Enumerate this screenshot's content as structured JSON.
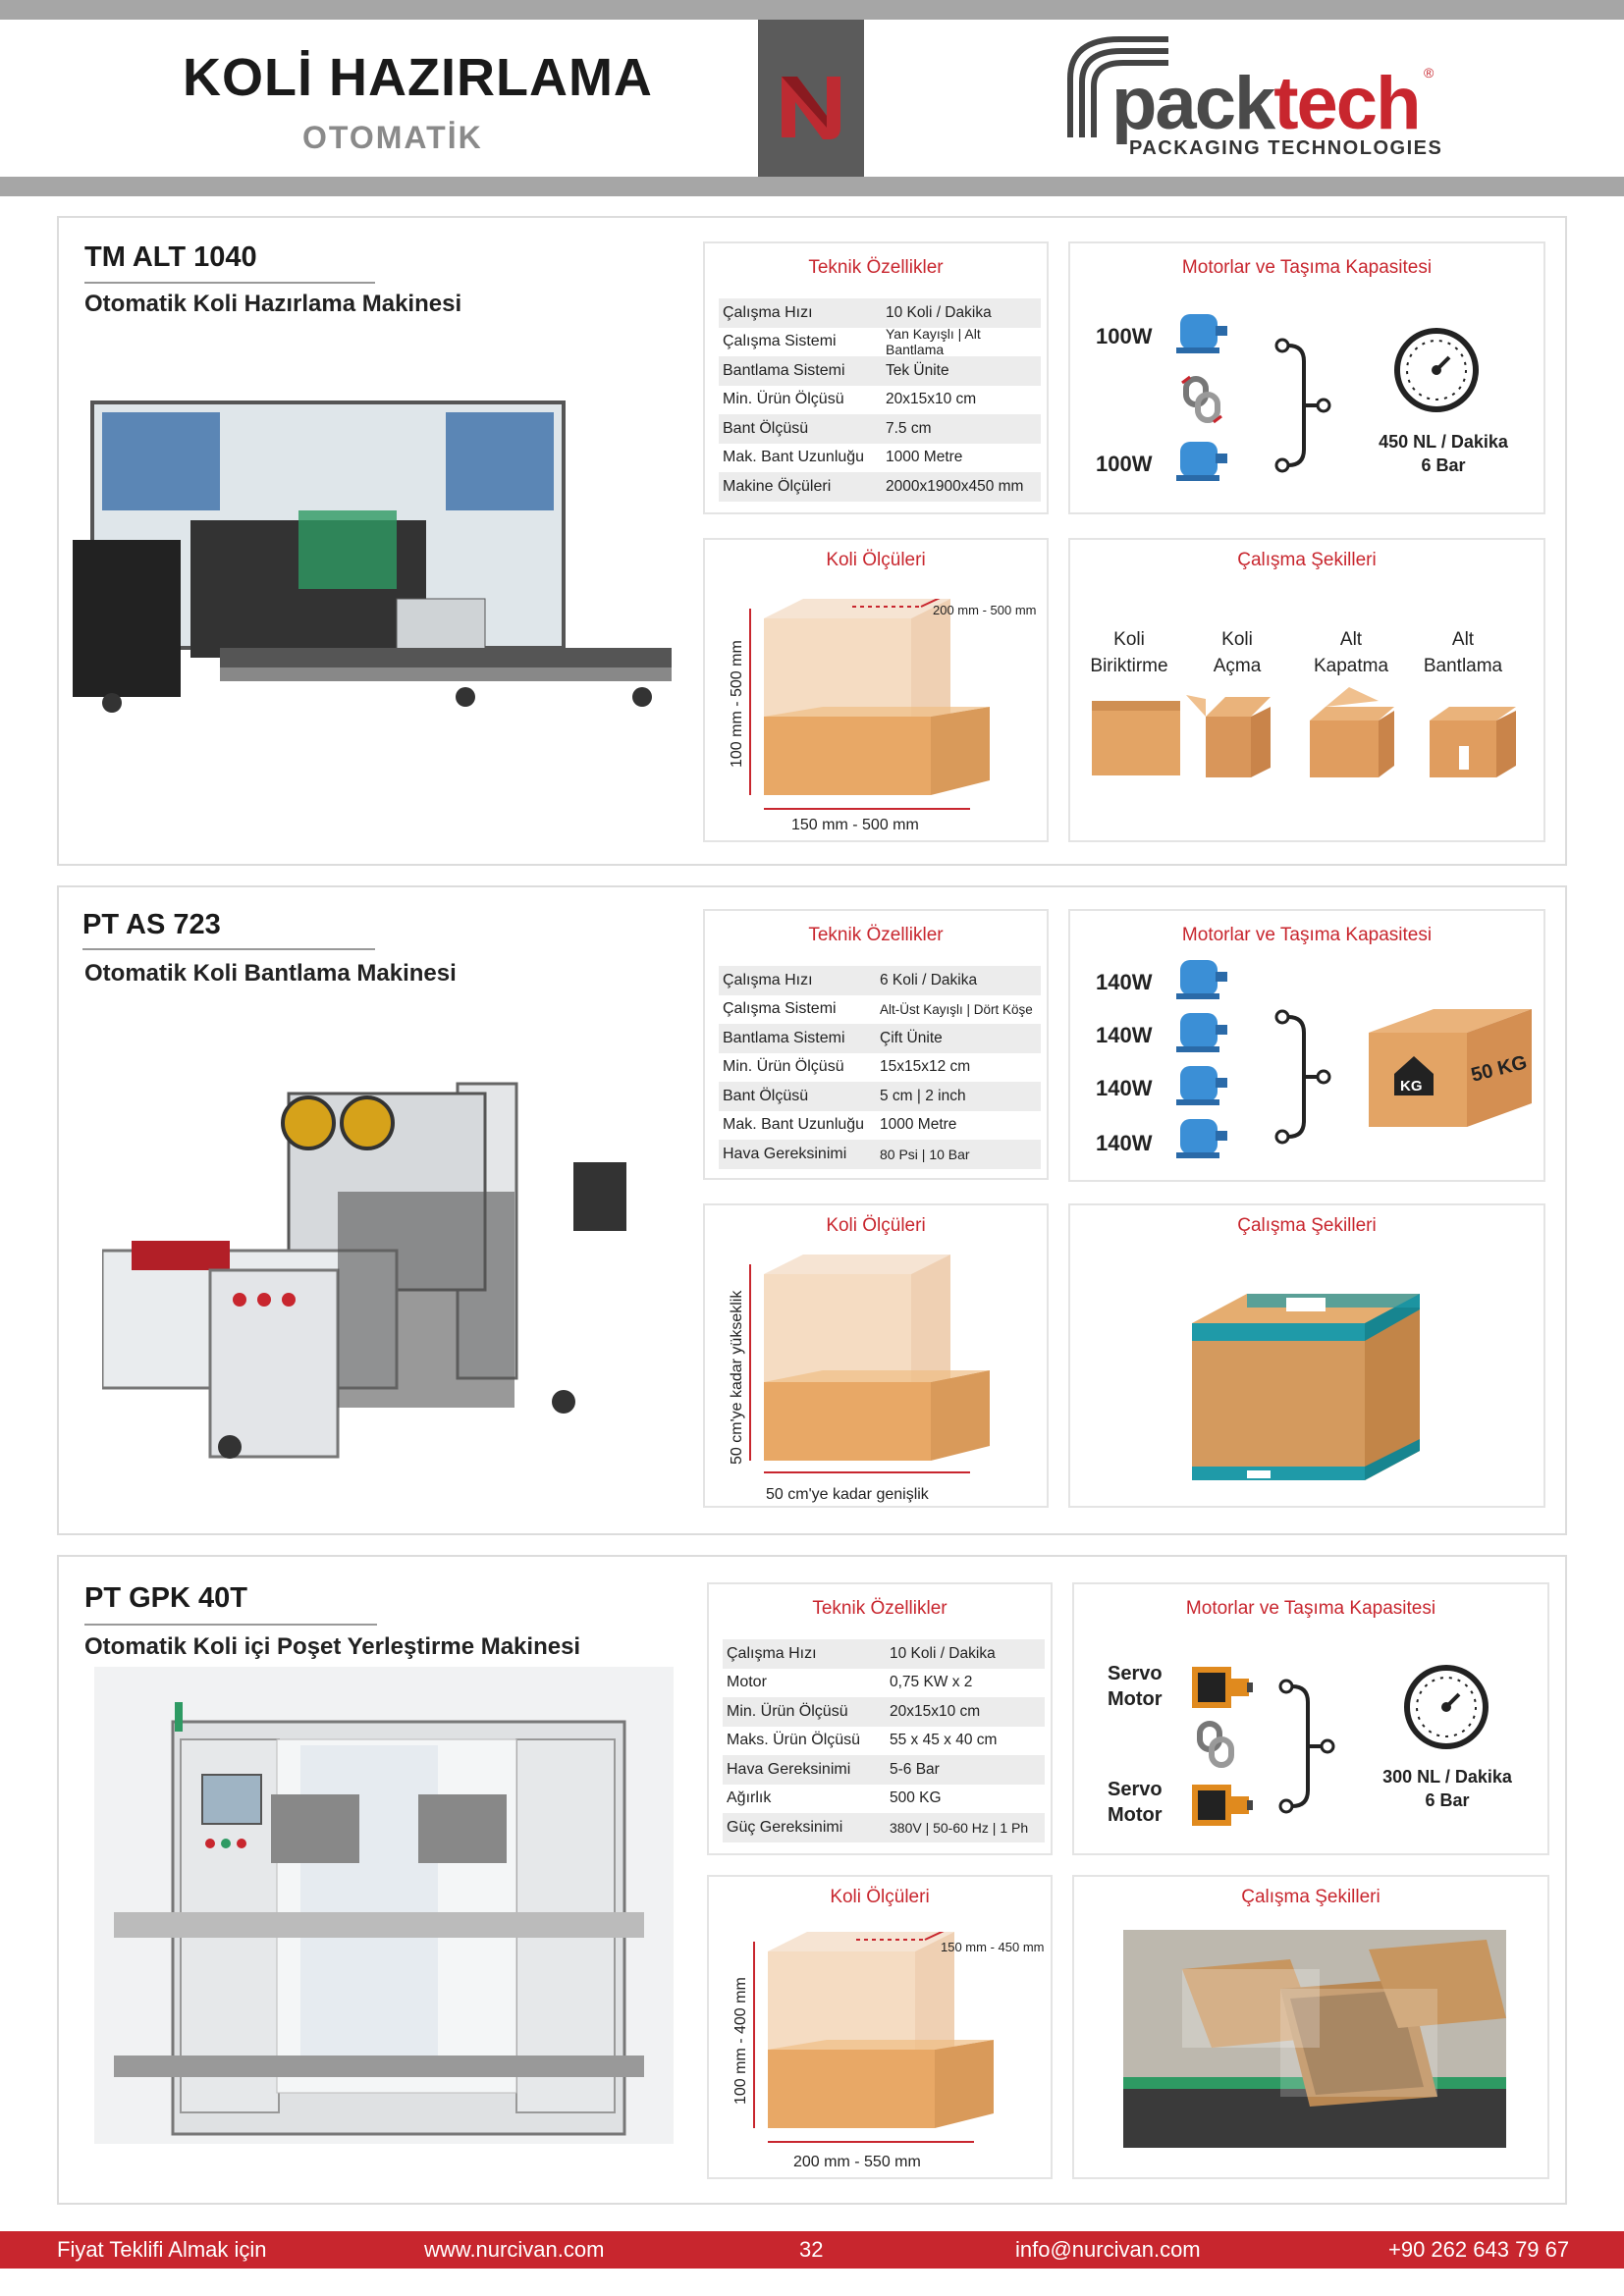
{
  "header": {
    "title": "KOLİ HAZIRLAMA",
    "subtitle": "OTOMATİK",
    "brand_word_1": "pack",
    "brand_word_2": "tech",
    "brand_tagline": "PACKAGING TECHNOLOGIES",
    "brand_mark": "®"
  },
  "colors": {
    "accent": "#c8262e",
    "gray_bar": "#a6a6a6",
    "box": "#e8a866"
  },
  "panel_titles": {
    "specs": "Teknik Özellikler",
    "motors": "Motorlar ve Taşıma Kapasitesi",
    "dims": "Koli Ölçüleri",
    "modes": "Çalışma Şekilleri"
  },
  "machines": [
    {
      "name": "TM ALT 1040",
      "desc": "Otomatik Koli Hazırlama Makinesi",
      "specs": [
        {
          "k": "Çalışma Hızı",
          "v": "10 Koli / Dakika"
        },
        {
          "k": "Çalışma Sistemi",
          "v": "Yan Kayışlı | Alt Bantlama"
        },
        {
          "k": "Bantlama Sistemi",
          "v": "Tek Ünite"
        },
        {
          "k": "Min. Ürün Ölçüsü",
          "v": "20x15x10 cm"
        },
        {
          "k": "Bant Ölçüsü",
          "v": "7.5 cm"
        },
        {
          "k": "Mak. Bant Uzunluğu",
          "v": "1000 Metre"
        },
        {
          "k": "Makine Ölçüleri",
          "v": "2000x1900x450 mm"
        }
      ],
      "motors": [
        "100W",
        "100W"
      ],
      "capacity_1": "450 NL / Dakika",
      "capacity_2": "6 Bar",
      "dim_top": "200 mm - 500 mm",
      "dim_side": "100 mm - 500 mm",
      "dim_bottom": "150 mm - 500 mm",
      "modes": [
        {
          "l1": "Koli",
          "l2": "Biriktirme"
        },
        {
          "l1": "Koli",
          "l2": "Açma"
        },
        {
          "l1": "Alt",
          "l2": "Kapatma"
        },
        {
          "l1": "Alt",
          "l2": "Bantlama"
        }
      ]
    },
    {
      "name": "PT AS 723",
      "desc": "Otomatik Koli Bantlama Makinesi",
      "specs": [
        {
          "k": "Çalışma Hızı",
          "v": "6 Koli / Dakika"
        },
        {
          "k": "Çalışma Sistemi",
          "v": "Alt-Üst Kayışlı | Dört Köşe"
        },
        {
          "k": "Bantlama Sistemi",
          "v": "Çift Ünite"
        },
        {
          "k": "Min. Ürün Ölçüsü",
          "v": "15x15x12 cm"
        },
        {
          "k": "Bant Ölçüsü",
          "v": "5 cm | 2 inch"
        },
        {
          "k": "Mak. Bant Uzunluğu",
          "v": "1000 Metre"
        },
        {
          "k": "Hava Gereksinimi",
          "v": "80 Psi | 10 Bar"
        }
      ],
      "motors": [
        "140W",
        "140W",
        "140W",
        "140W"
      ],
      "weight_icon": "KG",
      "weight": "50 KG",
      "dim_side": "50 cm'ye kadar yükseklik",
      "dim_bottom": "50 cm'ye kadar genişlik"
    },
    {
      "name": "PT GPK 40T",
      "desc": "Otomatik Koli içi Poşet Yerleştirme Makinesi",
      "specs": [
        {
          "k": "Çalışma Hızı",
          "v": "10 Koli / Dakika"
        },
        {
          "k": "Motor",
          "v": "0,75 KW x 2"
        },
        {
          "k": "Min. Ürün Ölçüsü",
          "v": "20x15x10 cm"
        },
        {
          "k": "Maks. Ürün Ölçüsü",
          "v": "55 x 45 x 40 cm"
        },
        {
          "k": "Hava Gereksinimi",
          "v": "5-6 Bar"
        },
        {
          "k": "Ağırlık",
          "v": "500 KG"
        },
        {
          "k": "Güç Gereksinimi",
          "v": "380V | 50-60 Hz | 1 Ph"
        }
      ],
      "motors": [
        {
          "l1": "Servo",
          "l2": "Motor"
        },
        {
          "l1": "Servo",
          "l2": "Motor"
        }
      ],
      "capacity_1": "300 NL / Dakika",
      "capacity_2": "6 Bar",
      "dim_top": "150 mm - 450 mm",
      "dim_side": "100 mm - 400 mm",
      "dim_bottom": "200 mm - 550 mm"
    }
  ],
  "footer": {
    "quote": "Fiyat Teklifi Almak için",
    "web": "www.nurcivan.com",
    "page": "32",
    "email": "info@nurcivan.com",
    "phone": "+90 262 643 79 67"
  }
}
